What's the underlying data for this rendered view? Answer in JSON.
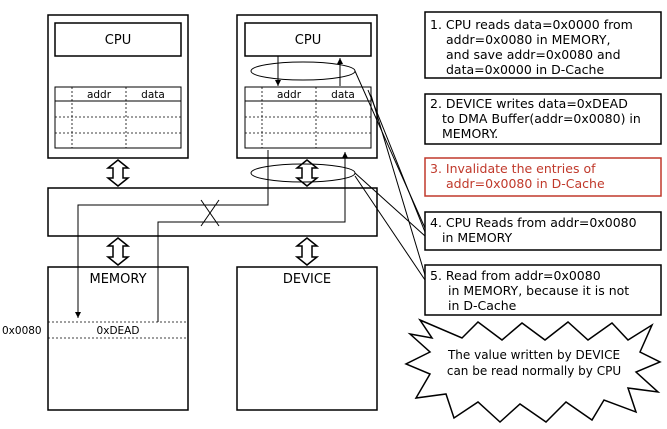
{
  "cpu_left": {
    "label": "CPU",
    "cache_cols": [
      "addr",
      "data"
    ]
  },
  "cpu_right": {
    "label": "CPU",
    "cache_cols": [
      "addr",
      "data"
    ]
  },
  "memory": {
    "label": "MEMORY",
    "address": "0x0080",
    "value": "0xDEAD"
  },
  "device": {
    "label": "DEVICE"
  },
  "steps": [
    {
      "lines": [
        "1. CPU reads data=0x0000 from",
        "addr=0x0080 in MEMORY,",
        "and save addr=0x0080 and",
        "data=0x0000 in D-Cache"
      ]
    },
    {
      "lines": [
        "2. DEVICE writes data=0xDEAD",
        "to DMA Buffer(addr=0x0080) in",
        "MEMORY."
      ]
    },
    {
      "lines": [
        "3. Invalidate the entries of",
        "addr=0x0080 in D-Cache"
      ]
    },
    {
      "lines": [
        "4. CPU Reads from addr=0x0080",
        "in MEMORY"
      ]
    },
    {
      "lines": [
        "5. Read from addr=0x0080",
        "in MEMORY, because it is not",
        "in D-Cache"
      ]
    }
  ],
  "callout": {
    "lines": [
      "The value written by DEVICE",
      "can be read normally by CPU"
    ]
  },
  "colors": {
    "highlight": "#c0392b",
    "line": "#000000"
  }
}
